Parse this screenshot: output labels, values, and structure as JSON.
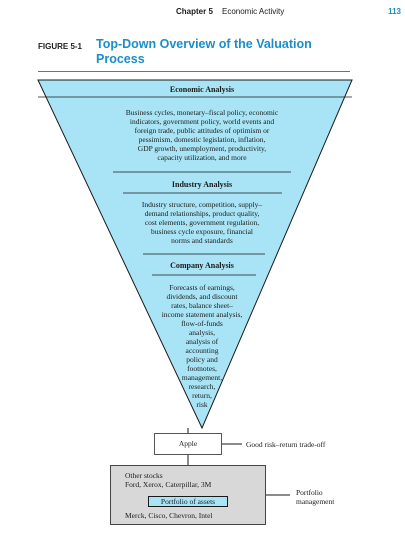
{
  "header": {
    "chapter": "Chapter 5",
    "title": "Economic Activity",
    "page": "113"
  },
  "figure": {
    "label": "FIGURE 5-1",
    "title": "Top-Down Overview of the Valuation Process"
  },
  "sections": {
    "economic": {
      "heading": "Economic Analysis",
      "lines": [
        "Business cycles, monetary–fiscal policy, economic",
        "indicators, government policy, world events and",
        "foreign trade, public attitudes of optimism or",
        "pessimism, domestic legislation, inflation,",
        "GDP growth, unemployment, productivity,",
        "capacity utilization, and more"
      ]
    },
    "industry": {
      "heading": "Industry Analysis",
      "lines": [
        "Industry structure, competition, supply–",
        "demand relationships, product quality,",
        "cost elements, government regulation,",
        "business cycle exposure, financial",
        "norms and standards"
      ]
    },
    "company": {
      "heading": "Company Analysis",
      "lines": [
        "Forecasts of earnings,",
        "dividends, and discount",
        "rates, balance sheet–",
        "income statement analysis,",
        "flow-of-funds",
        "analysis,",
        "analysis of",
        "accounting",
        "policy and",
        "footnotes,",
        "management,",
        "research,",
        "return,",
        "risk"
      ]
    }
  },
  "selection": {
    "label": "Apple",
    "note": "Good risk–return trade-off"
  },
  "portfolio": {
    "other_stocks": "Other stocks",
    "line1": "Ford, Xerox, Caterpillar, 3M",
    "box_label": "Portfolio of assets",
    "line2": "Merck, Cisco, Chevron, Intel",
    "note_lines": [
      "Portfolio",
      "management"
    ]
  },
  "colors": {
    "accent": "#1a8fc7",
    "funnel_fill": "#a8e4f5",
    "portfolio_fill": "#d8d8d8"
  }
}
